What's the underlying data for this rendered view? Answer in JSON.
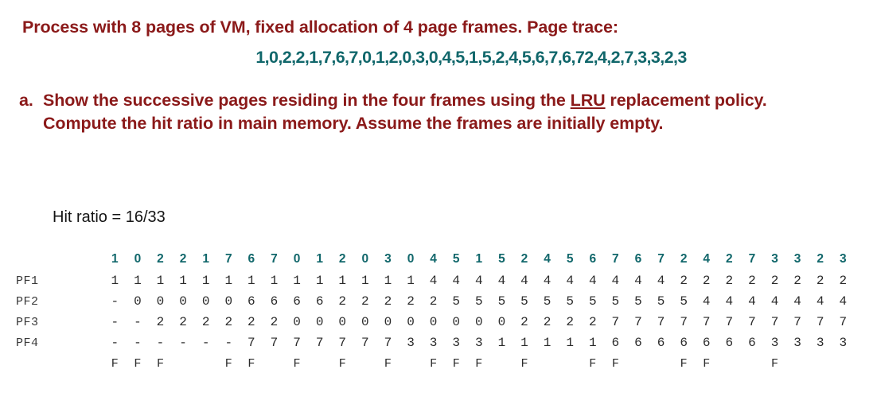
{
  "heading": {
    "question": "Process with 8 pages of VM, fixed allocation of 4 page frames.  Page trace:",
    "page_trace": "1,0,2,2,1,7,6,7,0,1,2,0,3,0,4,5,1,5,2,4,5,6,7,6,72,4,2,7,3,3,2,3"
  },
  "part_a": {
    "marker": "a.",
    "text_before_underline": "Show the successive pages residing in the four frames using the ",
    "underlined": "LRU",
    "text_after_underline": " replacement policy.  Compute the hit ratio in main memory.  Assume the frames are initially empty."
  },
  "answer": {
    "hit_ratio_label": "Hit ratio = 16/33"
  },
  "colors": {
    "heading_red": "#8B1A1A",
    "trace_teal": "#11676B",
    "body_black": "#141414"
  },
  "table": {
    "row_labels": [
      "",
      "PF1",
      "PF2",
      "PF3",
      "PF4",
      ""
    ],
    "reference_string": [
      "1",
      "0",
      "2",
      "2",
      "1",
      "7",
      "6",
      "7",
      "0",
      "1",
      "2",
      "0",
      "3",
      "0",
      "4",
      "5",
      "1",
      "5",
      "2",
      "4",
      "5",
      "6",
      "7",
      "6",
      "7",
      "2",
      "4",
      "2",
      "7",
      "3",
      "3",
      "2",
      "3"
    ],
    "frames": [
      {
        "name": "PF1",
        "values": [
          "1",
          "1",
          "1",
          "1",
          "1",
          "1",
          "1",
          "1",
          "1",
          "1",
          "1",
          "1",
          "1",
          "1",
          "4",
          "4",
          "4",
          "4",
          "4",
          "4",
          "4",
          "4",
          "4",
          "4",
          "4",
          "2",
          "2",
          "2",
          "2",
          "2",
          "2",
          "2",
          "2"
        ]
      },
      {
        "name": "PF2",
        "values": [
          "-",
          "0",
          "0",
          "0",
          "0",
          "0",
          "6",
          "6",
          "6",
          "6",
          "2",
          "2",
          "2",
          "2",
          "2",
          "5",
          "5",
          "5",
          "5",
          "5",
          "5",
          "5",
          "5",
          "5",
          "5",
          "5",
          "4",
          "4",
          "4",
          "4",
          "4",
          "4",
          "4"
        ]
      },
      {
        "name": "PF3",
        "values": [
          "-",
          "-",
          "2",
          "2",
          "2",
          "2",
          "2",
          "2",
          "0",
          "0",
          "0",
          "0",
          "0",
          "0",
          "0",
          "0",
          "0",
          "0",
          "2",
          "2",
          "2",
          "2",
          "7",
          "7",
          "7",
          "7",
          "7",
          "7",
          "7",
          "7",
          "7",
          "7",
          "7"
        ]
      },
      {
        "name": "PF4",
        "values": [
          "-",
          "-",
          "-",
          "-",
          "-",
          "-",
          "7",
          "7",
          "7",
          "7",
          "7",
          "7",
          "7",
          "3",
          "3",
          "3",
          "3",
          "1",
          "1",
          "1",
          "1",
          "1",
          "6",
          "6",
          "6",
          "6",
          "6",
          "6",
          "6",
          "3",
          "3",
          "3",
          "3"
        ]
      }
    ],
    "fault_row": [
      "F",
      "F",
      "F",
      "",
      "",
      "F",
      "F",
      "",
      "F",
      "",
      "F",
      "",
      "F",
      "",
      "F",
      "F",
      "F",
      "",
      "F",
      "",
      "",
      "F",
      "F",
      "",
      "",
      "F",
      "F",
      "",
      "",
      "F",
      "",
      "",
      ""
    ],
    "fault_symbol": "F"
  }
}
